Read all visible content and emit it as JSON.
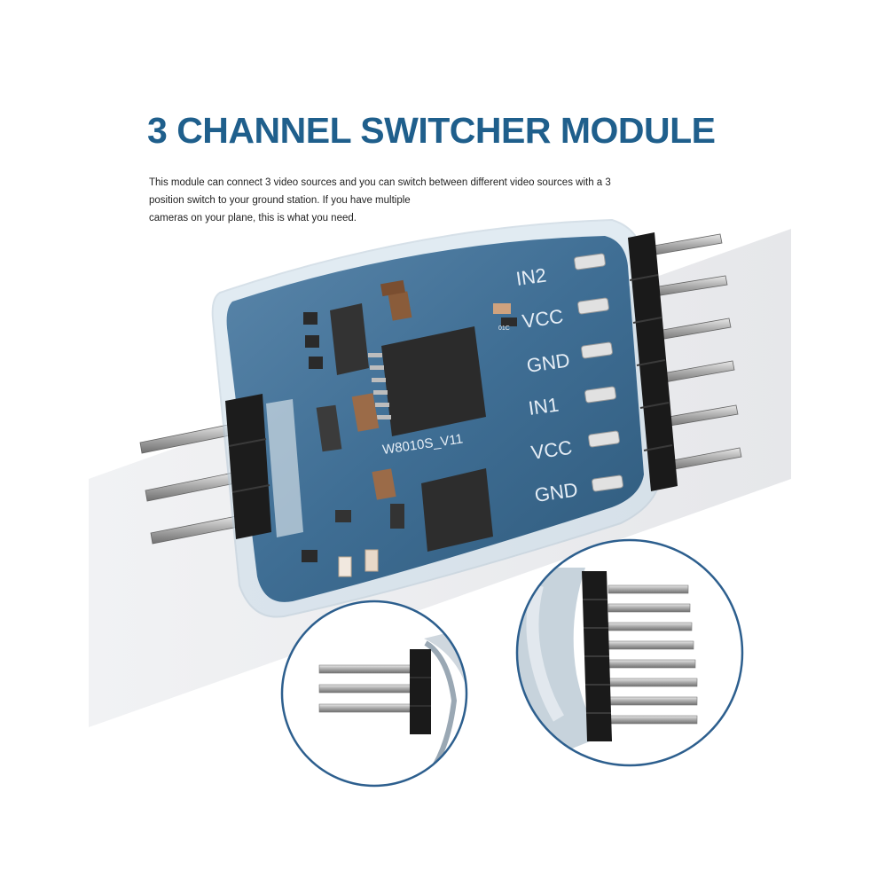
{
  "title": "3 CHANNEL SWITCHER MODULE",
  "description": {
    "line1": "This module can connect 3 video sources and you can switch between different video sources with a 3",
    "line2": "position switch to your ground station. If you have multiple",
    "line3": "cameras on your plane, this is what you need."
  },
  "board": {
    "model": "W8010S_V11",
    "pins": [
      "IN2",
      "VCC",
      "GND",
      "IN1",
      "VCC",
      "GND"
    ],
    "resistor_code": "01C"
  },
  "colors": {
    "title": "#1f5f8c",
    "pcb": "#3f6e94",
    "circle_border": "#2d5f8e"
  }
}
